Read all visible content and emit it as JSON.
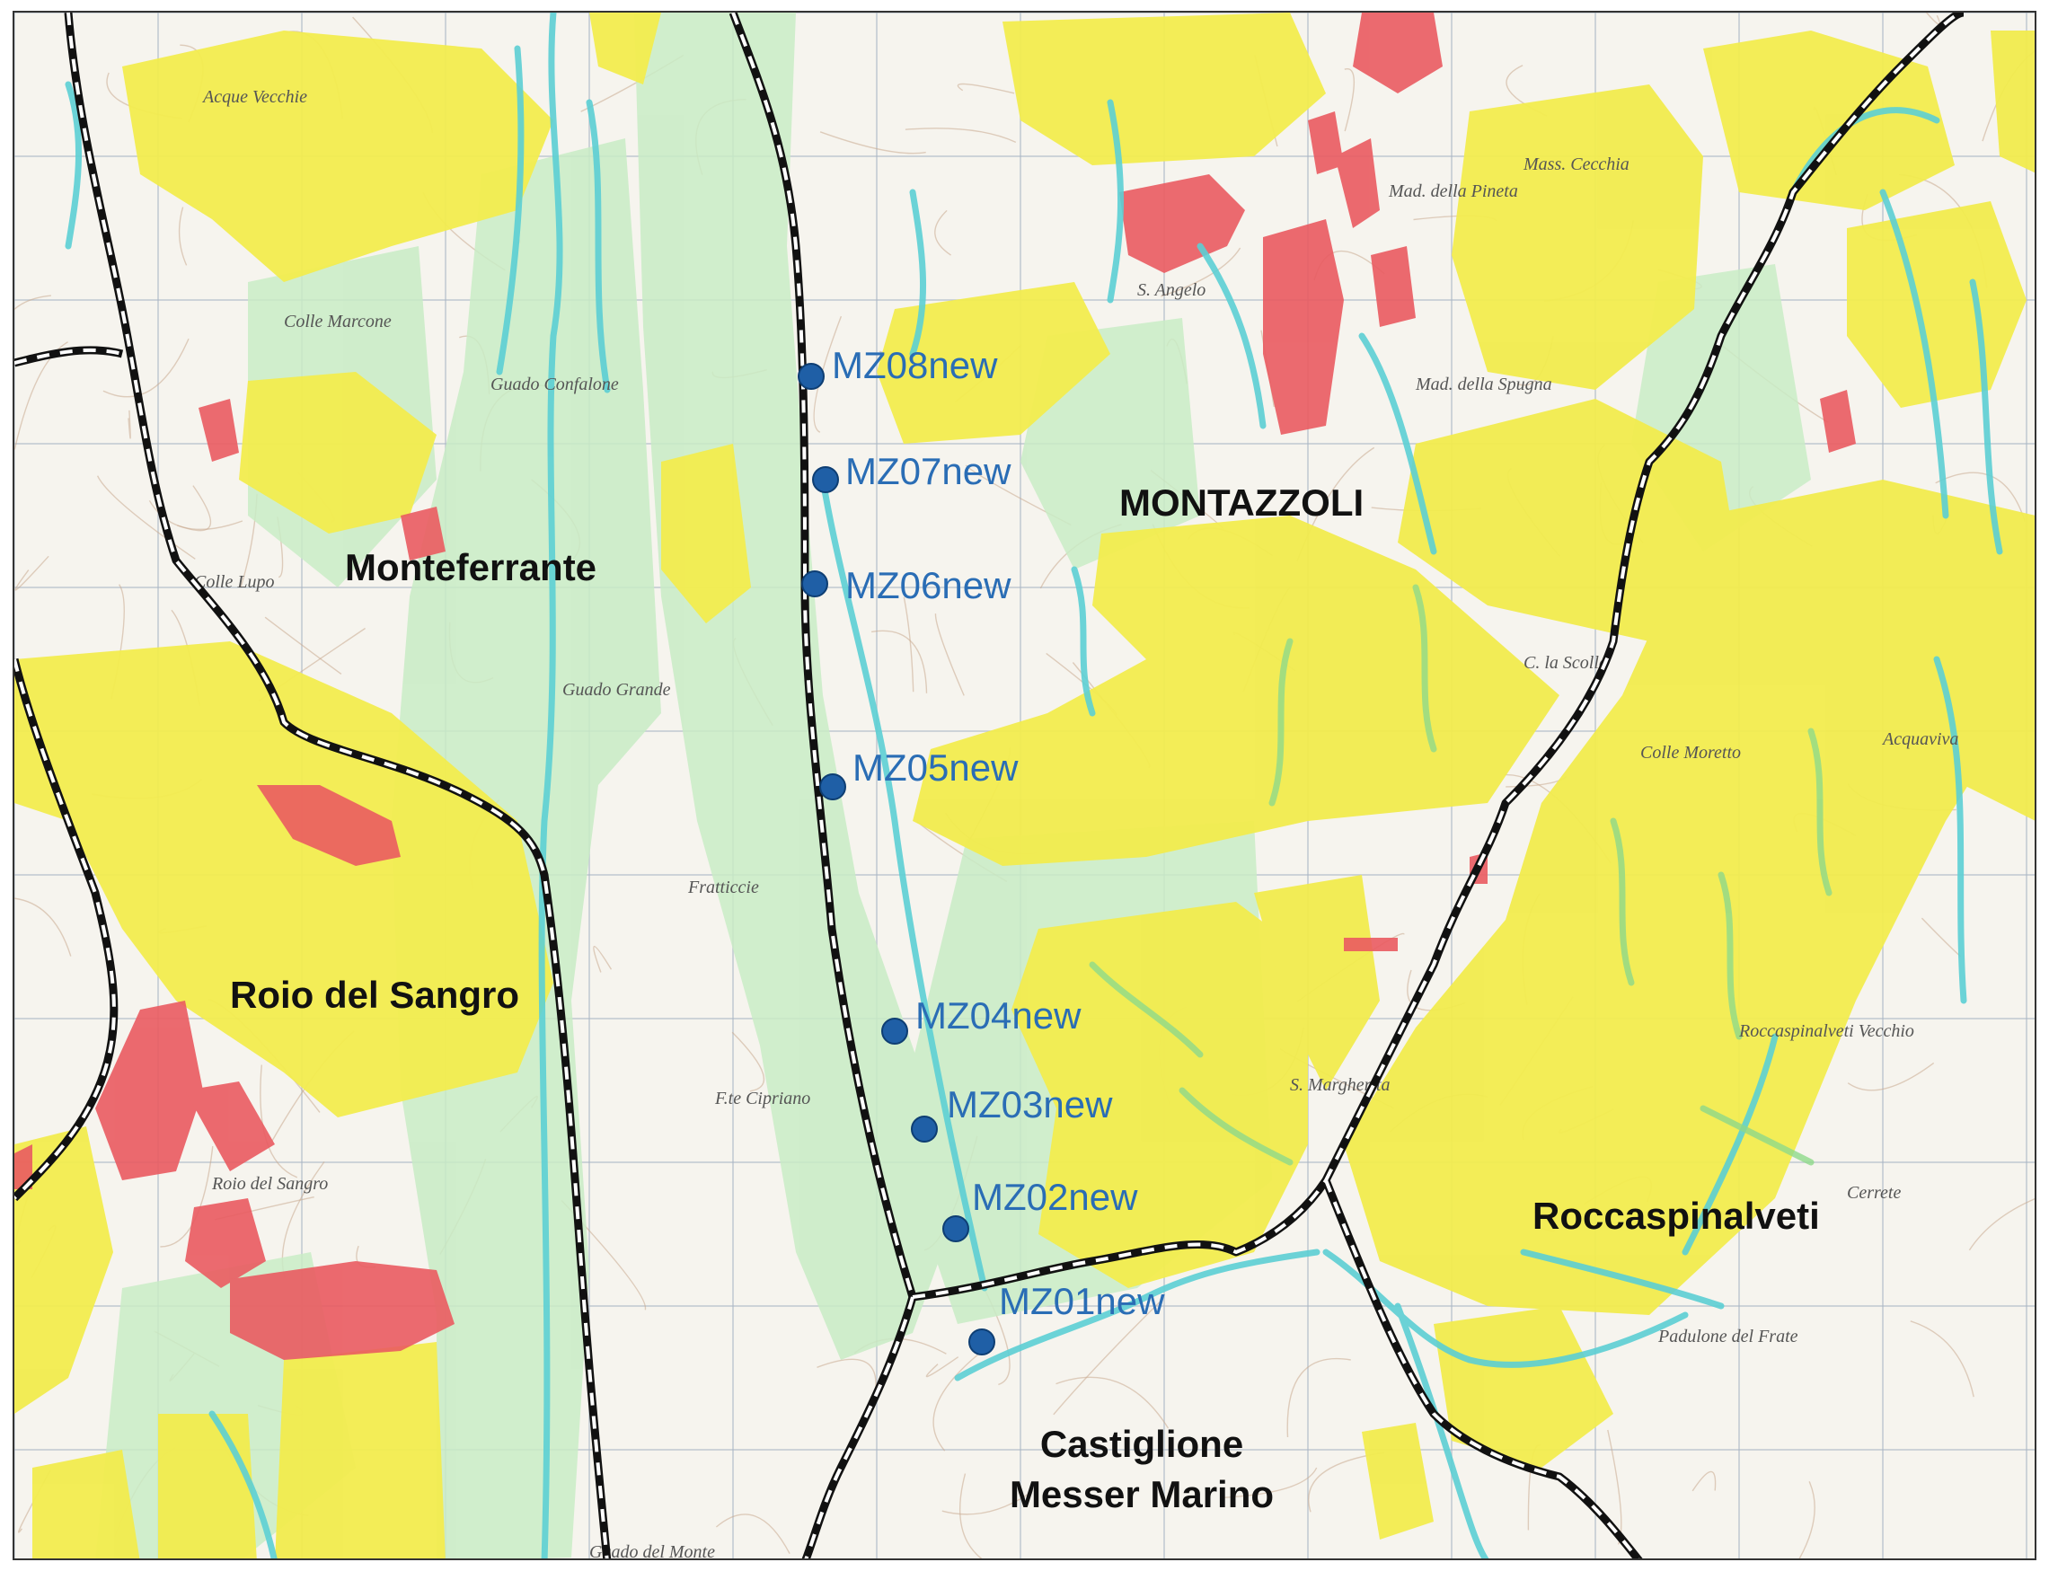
{
  "colors": {
    "background": "#f6f4ee",
    "grid": "#a9b6c4",
    "contour": "#c8a98f",
    "yellow_zone": "#f2ec4e",
    "red_zone": "#ea5b61",
    "green_zone": "#c9ecc6",
    "cyan_lines": "#5ccfd4",
    "boundary_dark": "#111111",
    "boundary_dash": "#ffffff",
    "station_fill": "#1f5fa6",
    "station_label": "#2a6db5"
  },
  "towns": [
    {
      "id": "monteferrante",
      "text": "Monteferrante"
    },
    {
      "id": "montazzoli",
      "text": "MONTAZZOLI"
    },
    {
      "id": "roio",
      "text": "Roio del Sangro"
    },
    {
      "id": "roccaspinalveti",
      "text": "Roccaspinalveti"
    },
    {
      "id": "castiglione-1",
      "text": "Castiglione"
    },
    {
      "id": "castiglione-2",
      "text": "Messer Marino"
    }
  ],
  "stations": [
    {
      "id": "MZ08",
      "label": "MZ08new"
    },
    {
      "id": "MZ07",
      "label": "MZ07new"
    },
    {
      "id": "MZ06",
      "label": "MZ06new"
    },
    {
      "id": "MZ05",
      "label": "MZ05new"
    },
    {
      "id": "MZ04",
      "label": "MZ04new"
    },
    {
      "id": "MZ03",
      "label": "MZ03new"
    },
    {
      "id": "MZ02",
      "label": "MZ02new"
    },
    {
      "id": "MZ01",
      "label": "MZ01new"
    }
  ],
  "basemap_labels": {
    "t1": "Acque Vecchie",
    "t2": "Colle Marcone",
    "t3": "Guado Confalone",
    "t4": "Colle Lupo",
    "t5": "Guado Grande",
    "t6": "Fratticcie",
    "t7": "Mad. della Spugna",
    "t8": "C. la Scolla",
    "t9": "Colle Moretto",
    "t10": "Acquaviva",
    "t11": "Roccaspinalveti Vecchio",
    "t12": "F.te Cipriano",
    "t13": "S. Margherita",
    "t14": "Padulone del Frate",
    "t15": "Roio del Sangro",
    "t16": "Cerrete",
    "t17": "Guado del Monte",
    "t18": "Mass. Cecchia",
    "t19": "Mad. della Pineta",
    "t20": "S. Angelo"
  }
}
